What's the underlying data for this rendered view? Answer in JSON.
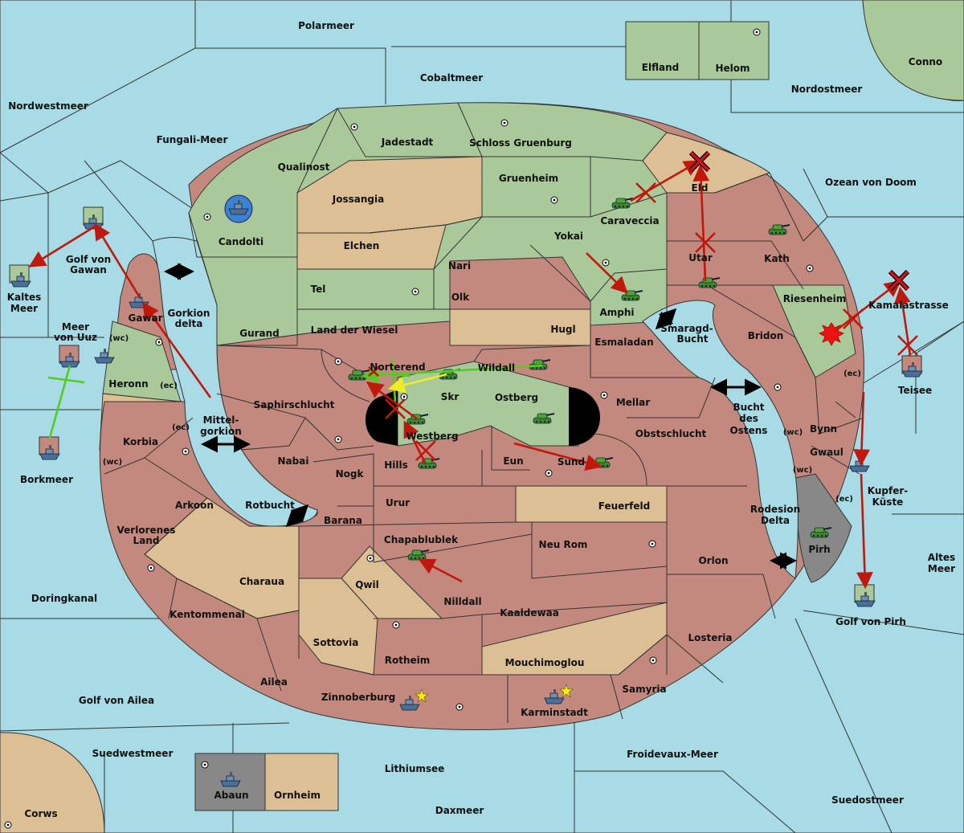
{
  "colors": {
    "sea": "#a8dbe6",
    "green": "#a9c99b",
    "red": "#c4897e",
    "tan": "#ddbf96",
    "grey": "#888888",
    "order_red": "#c0180c",
    "order_green": "#55cc22",
    "order_yellow": "#eeee22"
  },
  "icons": [
    "supply-center-icon",
    "tank-icon",
    "ship-icon",
    "star-icon",
    "explosion-icon",
    "cross-icon",
    "double-arrow-icon"
  ],
  "labels": {
    "polarmeer": "Polarmeer",
    "cobaltmeer": "Cobaltmeer",
    "elfland": "Elfland",
    "helom": "Helom",
    "conno": "Conno",
    "nordostmeer": "Nordostmeer",
    "nordwestmeer": "Nordwestmeer",
    "fungali": "Fungali-Meer",
    "jadestadt": "Jadestadt",
    "schloss": "Schloss Gruenburg",
    "qualinost": "Qualinost",
    "jossangia": "Jossangia",
    "gruenheim": "Gruenheim",
    "caraveccia": "Caraveccia",
    "eld": "Eld",
    "ozean": "Ozean von Doom",
    "candolti": "Candolti",
    "elchen": "Elchen",
    "yokai": "Yokai",
    "nari": "Nari",
    "utar": "Utar",
    "kath": "Kath",
    "golf_gawan_1": "Golf von",
    "golf_gawan_2": "Gawan",
    "kaltes_1": "Kaltes",
    "kaltes_2": "Meer",
    "tel": "Tel",
    "olk": "Olk",
    "amphi": "Amphi",
    "riesenheim": "Riesenheim",
    "kamalastrasse": "Kamalastrasse",
    "meer_uuz_1": "Meer",
    "meer_uuz_2": "von Uuz",
    "gawar": "Gawar",
    "gorkion_1": "Gorkion",
    "gorkion_2": "delta",
    "gurand": "Gurand",
    "land_wiesel": "Land der Wiesel",
    "hugl": "Hugl",
    "smaragd_1": "Smaragd-",
    "smaragd_2": "Bucht",
    "bridon": "Bridon",
    "esmaladan": "Esmaladan",
    "wc": "(wc)",
    "ec": "(ec)",
    "heronn": "Heronn",
    "norterend": "Norterend",
    "wildall": "Wildall",
    "teisee": "Teisee",
    "skr": "Skr",
    "ostberg": "Ostberg",
    "mellar": "Mellar",
    "saphir": "Saphirschlucht",
    "mittel_1": "Mittel-",
    "mittel_2": "gorkion",
    "bucht_ostens_1": "Bucht",
    "bucht_ostens_2": "des",
    "bucht_ostens_3": "Ostens",
    "korbia": "Korbia",
    "westberg": "Westberg",
    "obstschlucht": "Obstschlucht",
    "bynn": "Bynn",
    "nabai": "Nabai",
    "hills": "Hills",
    "eun": "Eun",
    "sund": "Sund",
    "gwaul": "Gwaul",
    "borkmeer": "Borkmeer",
    "nogk": "Nogk",
    "kupfer_1": "Kupfer-",
    "kupfer_2": "Küste",
    "arkoon": "Arkoon",
    "rotbucht": "Rotbucht",
    "urur": "Urur",
    "feuerfeld": "Feuerfeld",
    "rodesion_1": "Rodesion",
    "rodesion_2": "Delta",
    "barana": "Barana",
    "verlorenes_1": "Verlorenes",
    "verlorenes_2": "Land",
    "chapablublek": "Chapablublek",
    "neu_rom": "Neu Rom",
    "pirh": "Pirh",
    "altes_1": "Altes",
    "altes_2": "Meer",
    "orlon": "Orlon",
    "charaua": "Charaua",
    "qwil": "Qwil",
    "doringkanal": "Doringkanal",
    "nilldall": "Nilldall",
    "kaaldewaa": "Kaaldewaa",
    "golf_pirh": "Golf von Pirh",
    "kentommenai": "Kentommenai",
    "losteria": "Losteria",
    "sottovia": "Sottovia",
    "rotheim": "Rotheim",
    "mouchimoglou": "Mouchimoglou",
    "ailea": "Ailea",
    "samyria": "Samyria",
    "zinnoberburg": "Zinnoberburg",
    "karminstadt": "Karminstadt",
    "golf_ailea": "Golf von Ailea",
    "suedwestmeer": "Suedwestmeer",
    "froidevaux": "Froidevaux-Meer",
    "lithiumsee": "Lithiumsee",
    "abaun": "Abaun",
    "ornheim": "Ornheim",
    "suedostmeer": "Suedostmeer",
    "corws": "Corws",
    "daxmeer": "Daxmeer"
  }
}
